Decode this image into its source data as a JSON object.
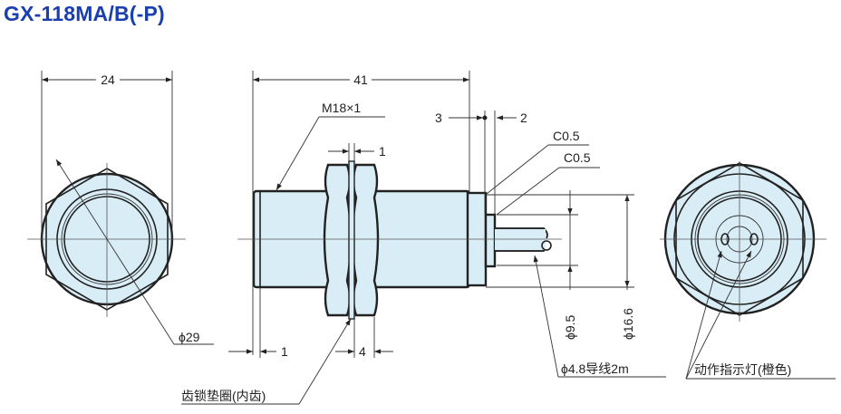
{
  "title": "GX-118MA/B(-P)",
  "fill_color": "#d9edf6",
  "title_color": "#1a3fae",
  "labels": {
    "dim_24": "24",
    "dim_41": "41",
    "thread": "M18×1",
    "dim_1_washer": "1",
    "dim_3": "3",
    "dim_2": "2",
    "chamfer_1": "C0.5",
    "chamfer_2": "C0.5",
    "phi_29": "ϕ29",
    "phi_9_5": "ϕ9.5",
    "phi_16_6": "ϕ16.6",
    "dim_1_thread": "1",
    "dim_4": "4",
    "lead_wire": "ϕ4.8导线2m",
    "lock_washer": "齿锁垫圈(内齿)",
    "indicator": "动作指示灯(橙色)"
  }
}
